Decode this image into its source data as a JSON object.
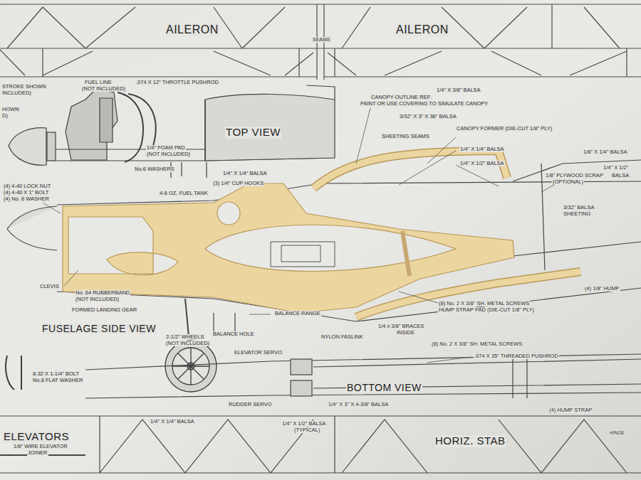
{
  "diagram": {
    "labels": [
      "AILERON",
      "AILERON",
      "SEAMS",
      "STROKE SHOWN",
      "INCLUDED)",
      "HOWN",
      "D)",
      "FUEL LINE",
      "(NOT INCLUDED)",
      ".074 X 12\" THROTTLE PUSHROD",
      "TOP VIEW",
      "1/4\" FOAM PAD",
      "(NOT INCLUDED)",
      "No.6 WASHERS",
      "(4) 4-40 LOCK NUT",
      "(4) 4-40 X 1\" BOLT",
      "(4) No. 6 WASHER",
      "4-6 OZ. FUEL TANK",
      "(3) 1/4\" CUP HOOKS",
      "1/4\" X 1/4\" BALSA",
      "CANOPY OUTLINE REF.",
      "PAINT OR USE COVERING TO SIMULATE CANOPY",
      "3/32\" X 3\" X 36\" BALSA",
      "SHEETING SEAMS",
      "CANOPY FORMER (DIE-CUT 1/8\" PLY)",
      "1/4\" X 1/4\" BALSA",
      "1/4\" X 1/2\" BALSA",
      "1/8\" PLYWOOD SCRAP",
      "(OPTIONAL)",
      "3/32\" BALSA",
      "SHEETING",
      "1/8\" X 1/4\" BALSA",
      "1/4\" X 1/2\"",
      "BALSA",
      "1/4\" X 3/8\" BALSA",
      "CLEVIS",
      "No. 64 RUBBERBAND",
      "(NOT INCLUDED)",
      "FORMED LANDING GEAR",
      "FUSELAGE SIDE VIEW",
      "BALANCE RANGE",
      "BALANCE HOLE",
      "1/4 x 3/8\" BRACES",
      "INSIDE",
      "NYLON FASLINK",
      "(8) No. 2 X 3/8\" SH. METAL SCREWS",
      "HUMP STRAP PAD (DIE-CUT 1/8\" PLY)",
      "(4) 1/8\" HUMP",
      "2-1/2\" WHEELS",
      "(NOT INCLUDED)",
      "ELEVATOR SERVO",
      "(8) No. 2 X 3/8\" SH. METAL SCREWS",
      ".074 X 35\" THREADED PUSHROD",
      "8-32 X 1-1/4\" BOLT",
      "No.8 FLAT WASHER",
      "BOTTOM VIEW",
      "(4) HUMP STRAP",
      "RUDDER SERVO",
      "1/4\" X 3\" X 4-3/8\" BALSA",
      "1/4\" X 1/4\" BALSA",
      "1/4\" X 1/2\" BALSA",
      "(TYPICAL)",
      "ELEVATORS",
      "1/8\" WIRE ELEVATOR",
      "JOINER",
      "HORIZ. STAB",
      "HINGE"
    ]
  }
}
